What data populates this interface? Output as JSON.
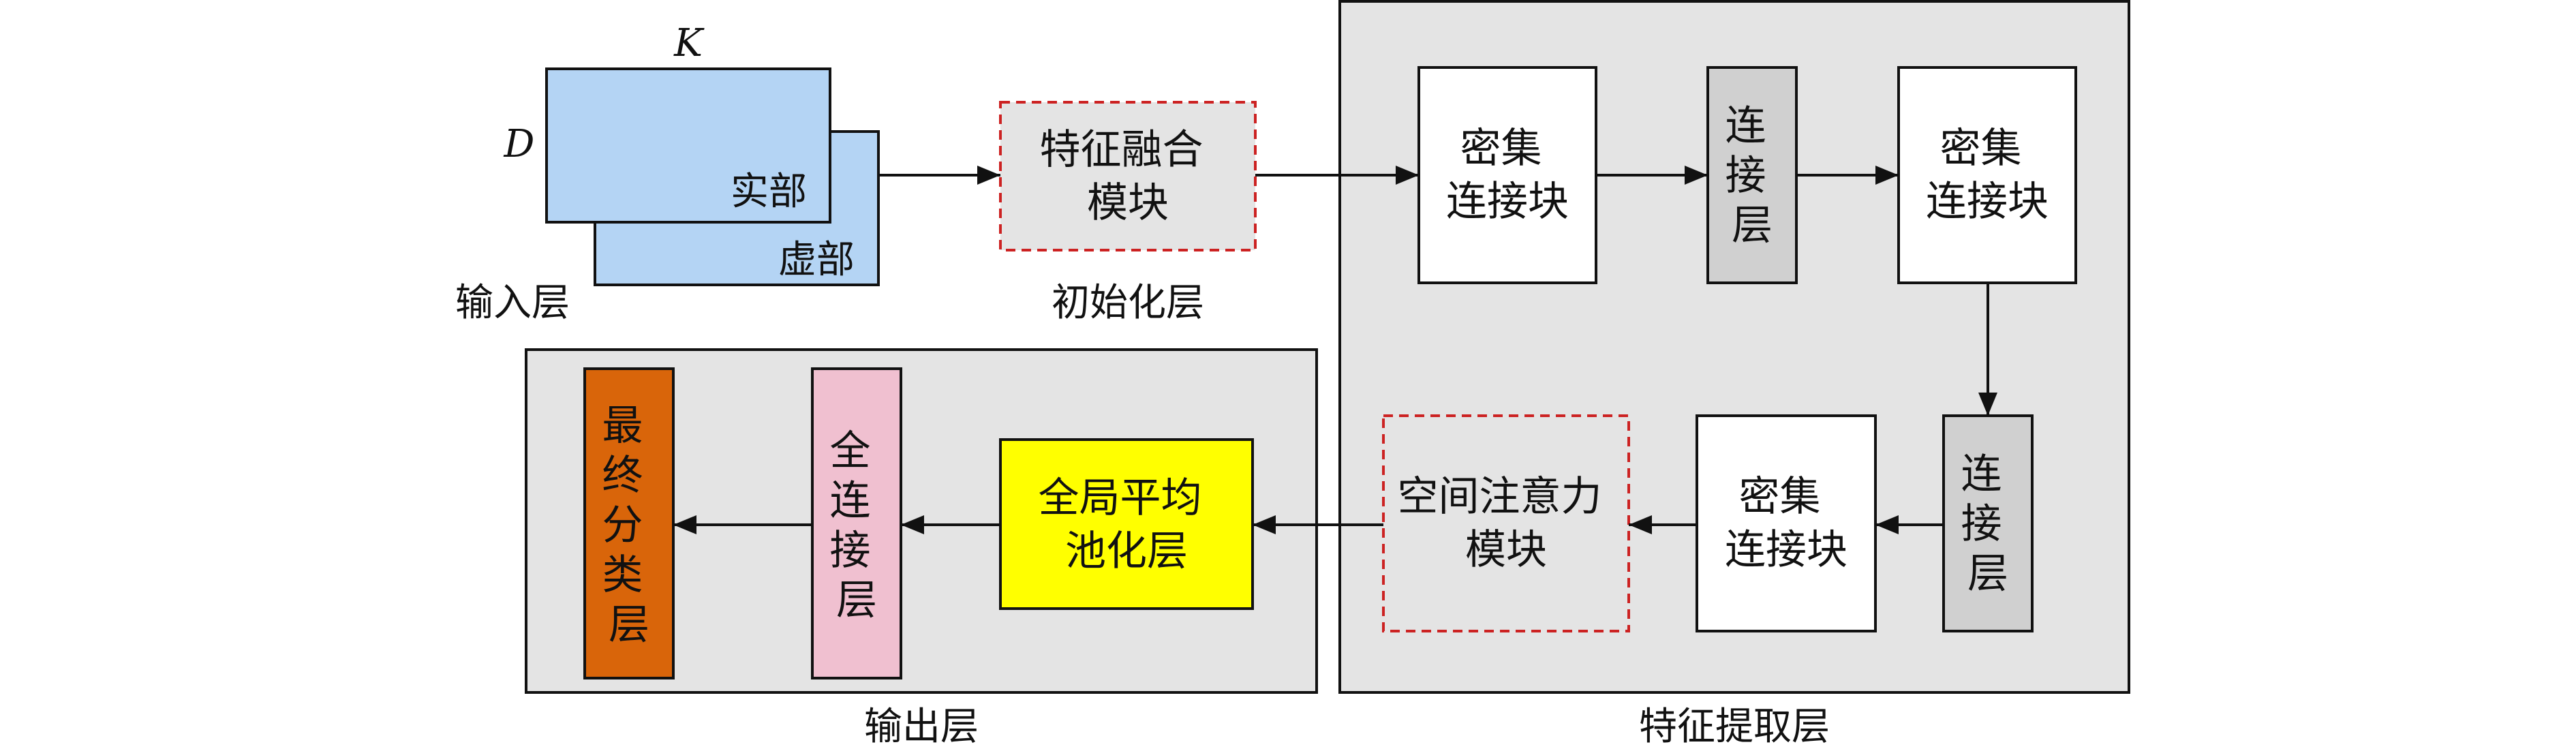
{
  "input_layer": {
    "k_label": "K",
    "d_label": "D",
    "real_label": "实部",
    "imag_label": "虚部",
    "caption": "输入层",
    "fill_color": "#b4d4f4"
  },
  "init_layer": {
    "module_lines": [
      "特征融合",
      "模块"
    ],
    "caption": "初始化层"
  },
  "feature_layer": {
    "caption": "特征提取层",
    "dense_block_1": [
      "密集",
      "连接块"
    ],
    "transition_1": [
      "连",
      "接",
      "层"
    ],
    "dense_block_2": [
      "密集",
      "连接块"
    ],
    "transition_2": [
      "连",
      "接",
      "层"
    ],
    "dense_block_3": [
      "密集",
      "连接块"
    ],
    "attention_module": [
      "空间注意力",
      "模块"
    ]
  },
  "output_layer": {
    "caption": "输出层",
    "gap_lines": [
      "全局平均",
      "池化层"
    ],
    "fc_lines": [
      "全",
      "连",
      "接",
      "层"
    ],
    "classifier_lines": [
      "最",
      "终",
      "分",
      "类",
      "层"
    ]
  },
  "colors": {
    "panel_bg": "#e4e4e4",
    "block_fill": "#ffffff",
    "transition_fill": "#d0d0d0",
    "dashed_border": "#cc2222",
    "gap_fill": "#ffff00",
    "fc_fill": "#f0c0d0",
    "classifier_fill": "#d9650a",
    "stroke": "#111111"
  }
}
